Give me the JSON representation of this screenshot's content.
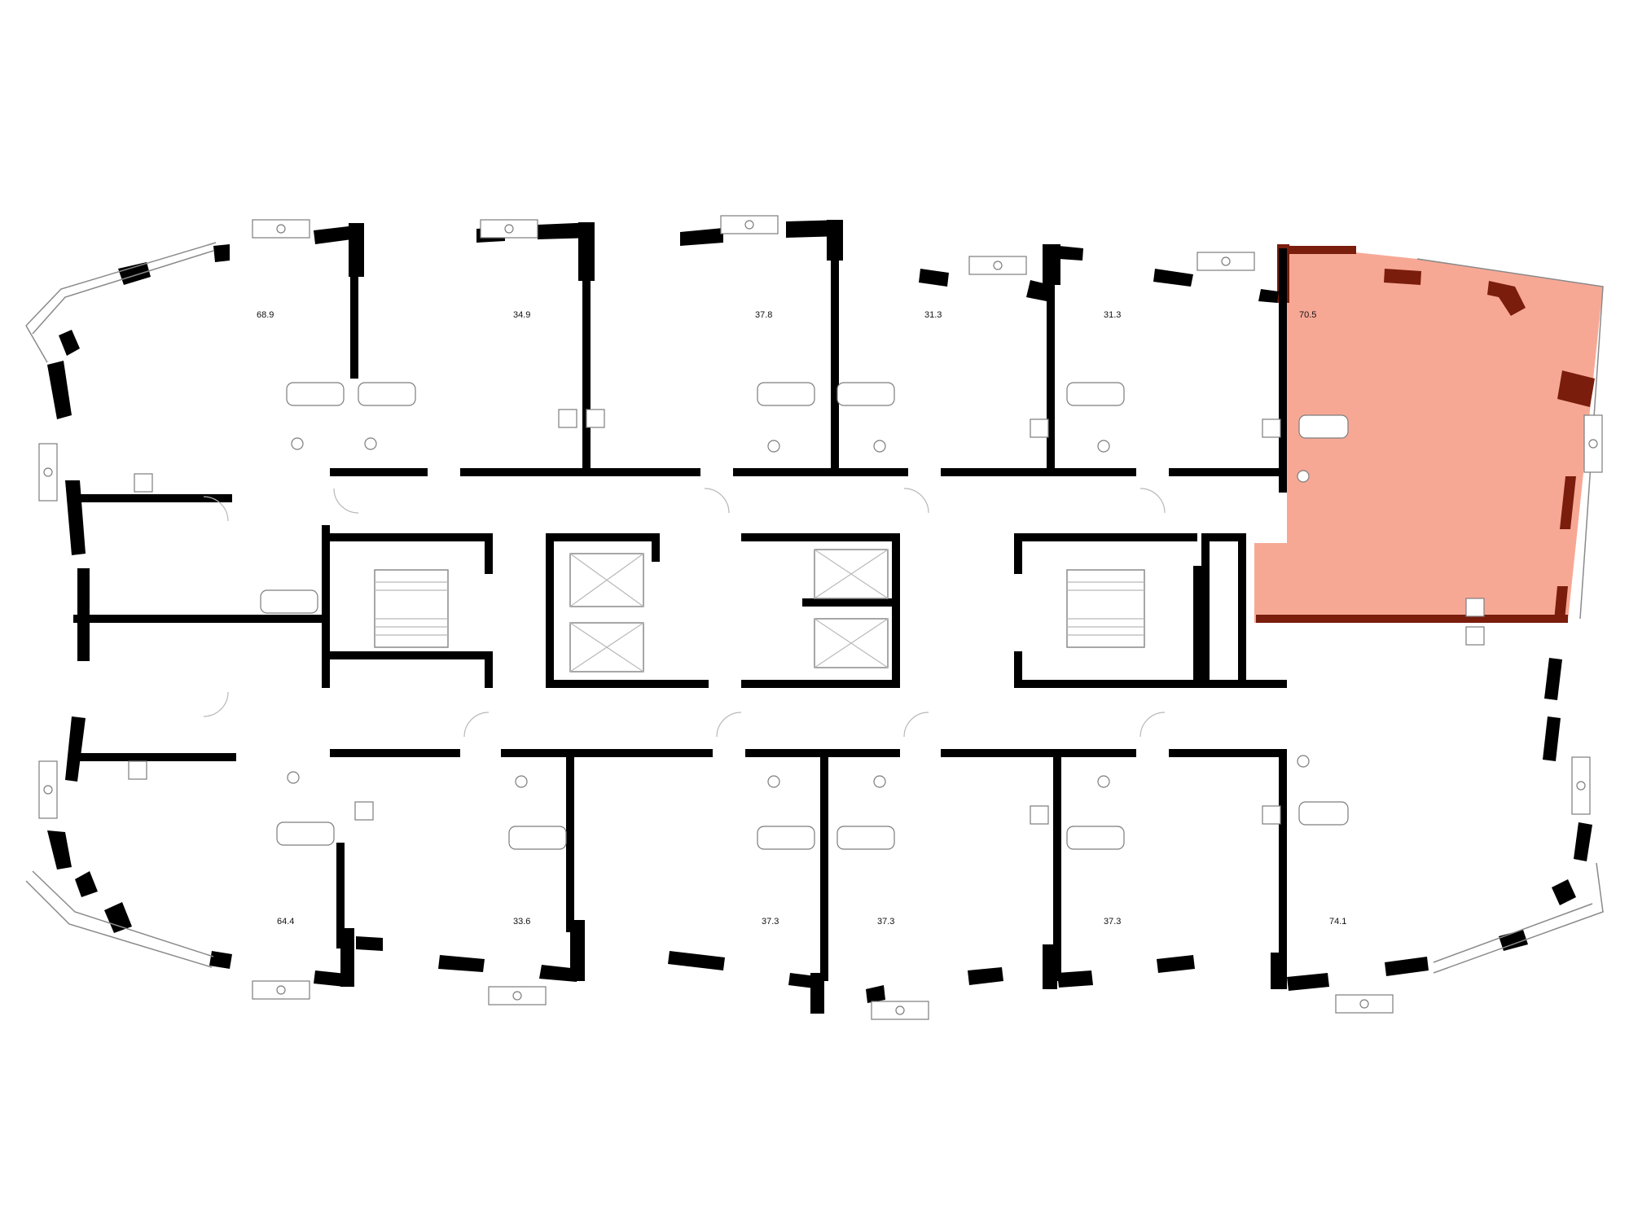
{
  "colors": {
    "wall": "#000000",
    "selected_unit_fill": "#f4876c",
    "selected_unit_wall": "#7a1d0d",
    "line": "#8a8a8a",
    "background": "#ffffff"
  },
  "selected_unit": {
    "area": "70.5"
  },
  "units_top": [
    {
      "id": "t1",
      "area": "68.9"
    },
    {
      "id": "t2",
      "area": "34.9"
    },
    {
      "id": "t3",
      "area": "37.8"
    },
    {
      "id": "t4",
      "area": "31.3"
    },
    {
      "id": "t5",
      "area": "31.3"
    },
    {
      "id": "t6",
      "area": "70.5"
    }
  ],
  "units_bottom": [
    {
      "id": "b1",
      "area": "64.4"
    },
    {
      "id": "b2",
      "area": "33.6"
    },
    {
      "id": "b3",
      "area": "37.3"
    },
    {
      "id": "b4",
      "area": "37.3"
    },
    {
      "id": "b5",
      "area": "37.3"
    },
    {
      "id": "b6",
      "area": "74.1"
    }
  ],
  "icons": [
    "window-ac-icon",
    "stove-icon",
    "bathtub-icon",
    "toilet-icon",
    "sink-icon",
    "elevator-icon",
    "stairs-icon",
    "door-swing-icon"
  ]
}
